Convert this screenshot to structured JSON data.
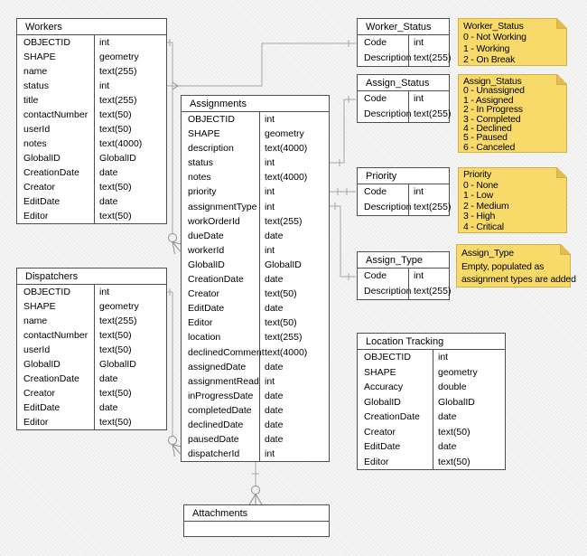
{
  "tables": [
    {
      "id": "workers",
      "title": "Workers",
      "fields": [
        [
          "OBJECTID",
          "int"
        ],
        [
          "SHAPE",
          "geometry"
        ],
        [
          "name",
          "text(255)"
        ],
        [
          "status",
          "int"
        ],
        [
          "title",
          "text(255)"
        ],
        [
          "contactNumber",
          "text(50)"
        ],
        [
          "userId",
          "text(50)"
        ],
        [
          "notes",
          "text(4000)"
        ],
        [
          "GlobalID",
          "GlobalID"
        ],
        [
          "CreationDate",
          "date"
        ],
        [
          "Creator",
          "text(50)"
        ],
        [
          "EditDate",
          "date"
        ],
        [
          "Editor",
          "text(50)"
        ]
      ]
    },
    {
      "id": "dispatchers",
      "title": "Dispatchers",
      "fields": [
        [
          "OBJECTID",
          "int"
        ],
        [
          "SHAPE",
          "geometry"
        ],
        [
          "name",
          "text(255)"
        ],
        [
          "contactNumber",
          "text(50)"
        ],
        [
          "userId",
          "text(50)"
        ],
        [
          "GlobalID",
          "GlobalID"
        ],
        [
          "CreationDate",
          "date"
        ],
        [
          "Creator",
          "text(50)"
        ],
        [
          "EditDate",
          "date"
        ],
        [
          "Editor",
          "text(50)"
        ]
      ]
    },
    {
      "id": "assignments",
      "title": "Assignments",
      "fields": [
        [
          "OBJECTID",
          "int"
        ],
        [
          "SHAPE",
          "geometry"
        ],
        [
          "description",
          "text(4000)"
        ],
        [
          "status",
          "int"
        ],
        [
          "notes",
          "text(4000)"
        ],
        [
          "priority",
          "int"
        ],
        [
          "assignmentType",
          "int"
        ],
        [
          "workOrderId",
          "text(255)"
        ],
        [
          "dueDate",
          "date"
        ],
        [
          "workerId",
          "int"
        ],
        [
          "GlobalID",
          "GlobalID"
        ],
        [
          "CreationDate",
          "date"
        ],
        [
          "Creator",
          "text(50)"
        ],
        [
          "EditDate",
          "date"
        ],
        [
          "Editor",
          "text(50)"
        ],
        [
          "location",
          "text(255)"
        ],
        [
          "declinedComment",
          "text(4000)"
        ],
        [
          "assignedDate",
          "date"
        ],
        [
          "assignmentRead",
          "int"
        ],
        [
          "inProgressDate",
          "date"
        ],
        [
          "completedDate",
          "date"
        ],
        [
          "declinedDate",
          "date"
        ],
        [
          "pausedDate",
          "date"
        ],
        [
          "dispatcherId",
          "int"
        ]
      ]
    },
    {
      "id": "worker-status",
      "title": "Worker_Status",
      "fields": [
        [
          "Code",
          "int"
        ],
        [
          "Description",
          "text(255)"
        ]
      ]
    },
    {
      "id": "assign-status",
      "title": "Assign_Status",
      "fields": [
        [
          "Code",
          "int"
        ],
        [
          "Description",
          "text(255)"
        ]
      ]
    },
    {
      "id": "priority",
      "title": "Priority",
      "fields": [
        [
          "Code",
          "int"
        ],
        [
          "Description",
          "text(255)"
        ]
      ]
    },
    {
      "id": "assign-type",
      "title": "Assign_Type",
      "fields": [
        [
          "Code",
          "int"
        ],
        [
          "Description",
          "text(255)"
        ]
      ]
    },
    {
      "id": "location-tracking",
      "title": "Location Tracking",
      "fields": [
        [
          "OBJECTID",
          "int"
        ],
        [
          "SHAPE",
          "geometry"
        ],
        [
          "Accuracy",
          "double"
        ],
        [
          "GlobalID",
          "GlobalID"
        ],
        [
          "CreationDate",
          "date"
        ],
        [
          "Creator",
          "text(50)"
        ],
        [
          "EditDate",
          "date"
        ],
        [
          "Editor",
          "text(50)"
        ]
      ]
    },
    {
      "id": "attachments",
      "title": "Attachments",
      "fields": []
    }
  ],
  "notes": [
    {
      "id": "worker-status-note",
      "lines": [
        "Worker_Status",
        "0 - Not Working",
        "1 - Working",
        "2 - On Break"
      ]
    },
    {
      "id": "assign-status-note",
      "lines": [
        "Assign_Status",
        "0 - Unassigned",
        "1 - Assigned",
        "2 - In Progress",
        "3 - Completed",
        "4 - Declined",
        "5 - Paused",
        "6 - Canceled"
      ]
    },
    {
      "id": "priority-note",
      "lines": [
        "Priority",
        "0 - None",
        "1 - Low",
        "2 - Medium",
        "3 - High",
        "4 - Critical"
      ]
    },
    {
      "id": "assign-type-note",
      "lines": [
        "Assign_Type",
        "Empty, populated as",
        "assignment types are added"
      ]
    }
  ],
  "colors": {
    "background": "#f2f2f1",
    "table_border": "#4f4f4f",
    "connector_line": "#a6a6a6",
    "note_fill": "#f8da6a",
    "note_fold": "#e2bc4f",
    "note_border": "#d2b148"
  }
}
